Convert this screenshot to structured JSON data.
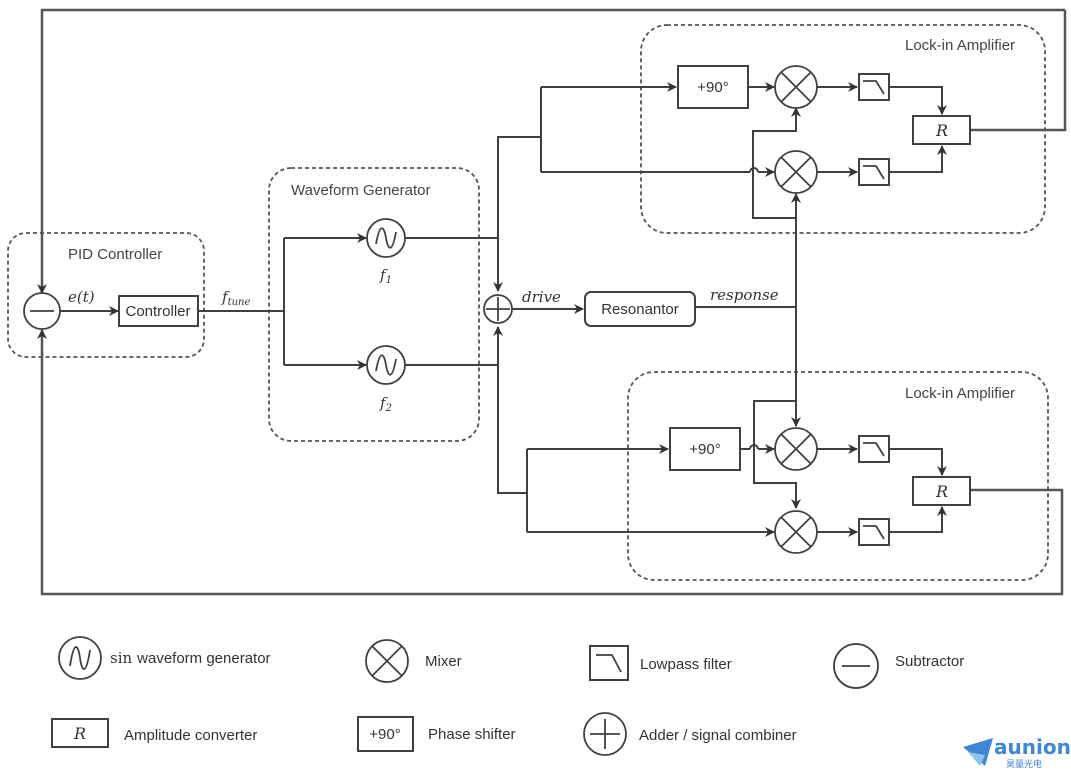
{
  "diagram": {
    "groups": {
      "pid": "PID Controller",
      "waveform": "Waveform Generator",
      "lockin_top": "Lock-in Amplifier",
      "lockin_bottom": "Lock-in Amplifier"
    },
    "blocks": {
      "controller": "Controller",
      "resonator": "Resonantor",
      "phase_top": "+90°",
      "phase_bottom": "+90°",
      "amp_top": "R",
      "amp_bottom": "R"
    },
    "signals": {
      "error": "e(t)",
      "ftune_base": "f",
      "ftune_sub": "tune",
      "f1_base": "f",
      "f1_sub": "1",
      "f2_base": "f",
      "f2_sub": "2",
      "drive": "drive",
      "response": "response"
    }
  },
  "legend": [
    {
      "symbol": "sin-generator",
      "prefix": "sin",
      "label": "waveform generator"
    },
    {
      "symbol": "mixer",
      "label": "Mixer"
    },
    {
      "symbol": "lowpass",
      "label": "Lowpass filter"
    },
    {
      "symbol": "subtractor",
      "label": "Subtractor"
    },
    {
      "symbol": "amplitude",
      "box_text": "R",
      "label": "Amplitude converter"
    },
    {
      "symbol": "phase",
      "box_text": "+90°",
      "label": "Phase shifter"
    },
    {
      "symbol": "adder",
      "label": "Adder / signal combiner"
    }
  ],
  "logo": {
    "name": "aunion",
    "subtitle": "昊量光电",
    "color": "#3f86d6"
  }
}
